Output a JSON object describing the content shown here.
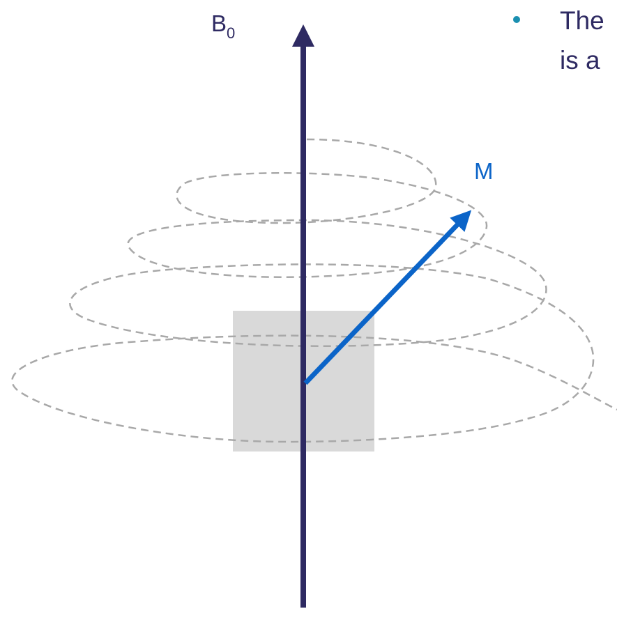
{
  "labels": {
    "field_main": "B",
    "field_sub": "0",
    "magnetization": "M"
  },
  "bullet_text": {
    "line1": "The",
    "line2": "is a"
  },
  "colors": {
    "axis": "#2e2a62",
    "vector": "#0b64c8",
    "spiral": "#a8a8a8",
    "box": "#d9d9d9",
    "bullet": "#1a8fb0",
    "text": "#2e2a62"
  }
}
